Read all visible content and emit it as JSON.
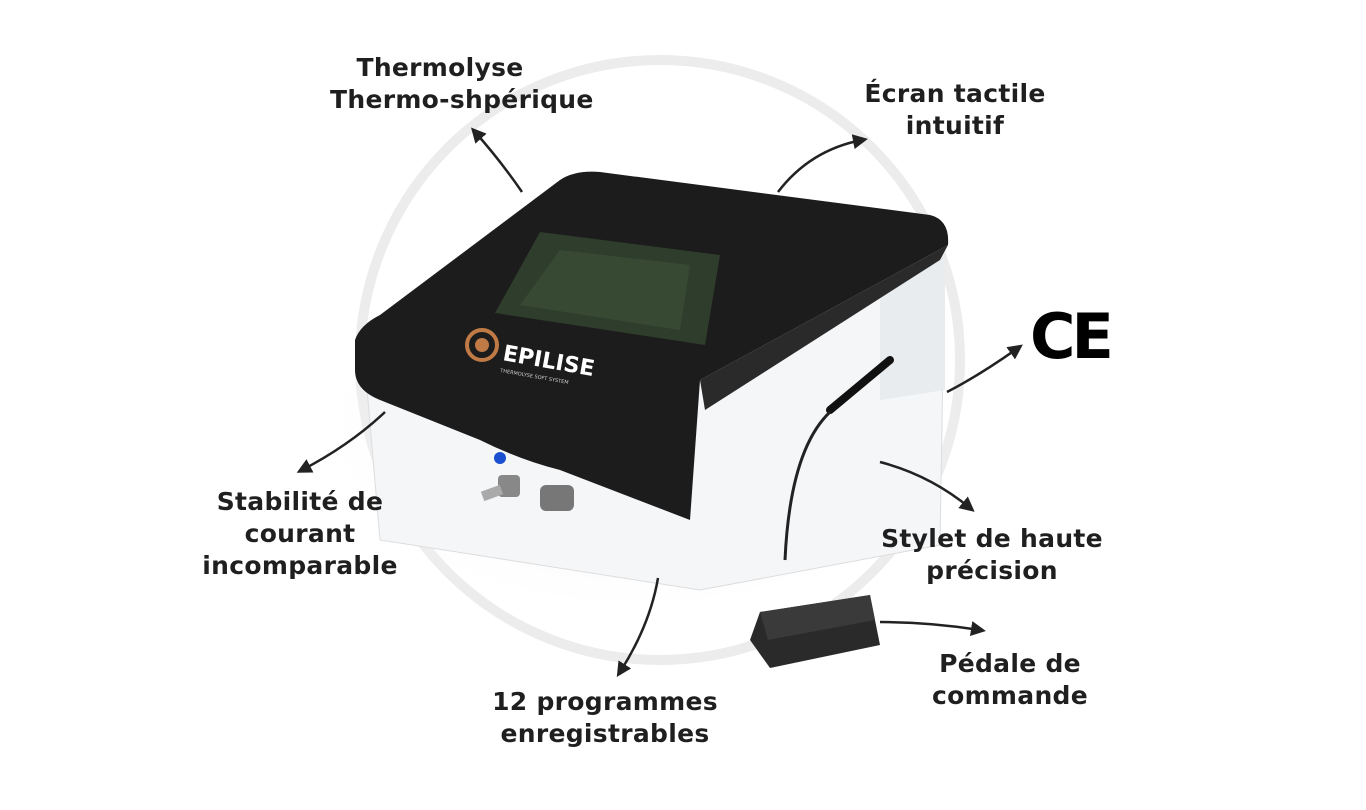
{
  "labels": {
    "thermolysis": [
      "Thermolyse",
      "Thermo-shpérique"
    ],
    "touchscreen": [
      "Écran tactile",
      "intuitif"
    ],
    "stability": [
      "Stabilité de",
      "courant",
      "incomparable"
    ],
    "stylus": [
      "Stylet de haute",
      "précision"
    ],
    "programs": [
      "12 programmes",
      "enregistrables"
    ],
    "pedal": [
      "Pédale de",
      "commande"
    ]
  },
  "ce_mark": "CE",
  "device": {
    "brand": "EPILISE",
    "tagline": "THERMOLYSE SOFT SYSTEM"
  },
  "colors": {
    "device_top": "#1c1c1c",
    "device_body": "#f4f6f8",
    "logo_copper": "#c07a45",
    "text": "#1f1f1f",
    "circle": "#ececec"
  }
}
